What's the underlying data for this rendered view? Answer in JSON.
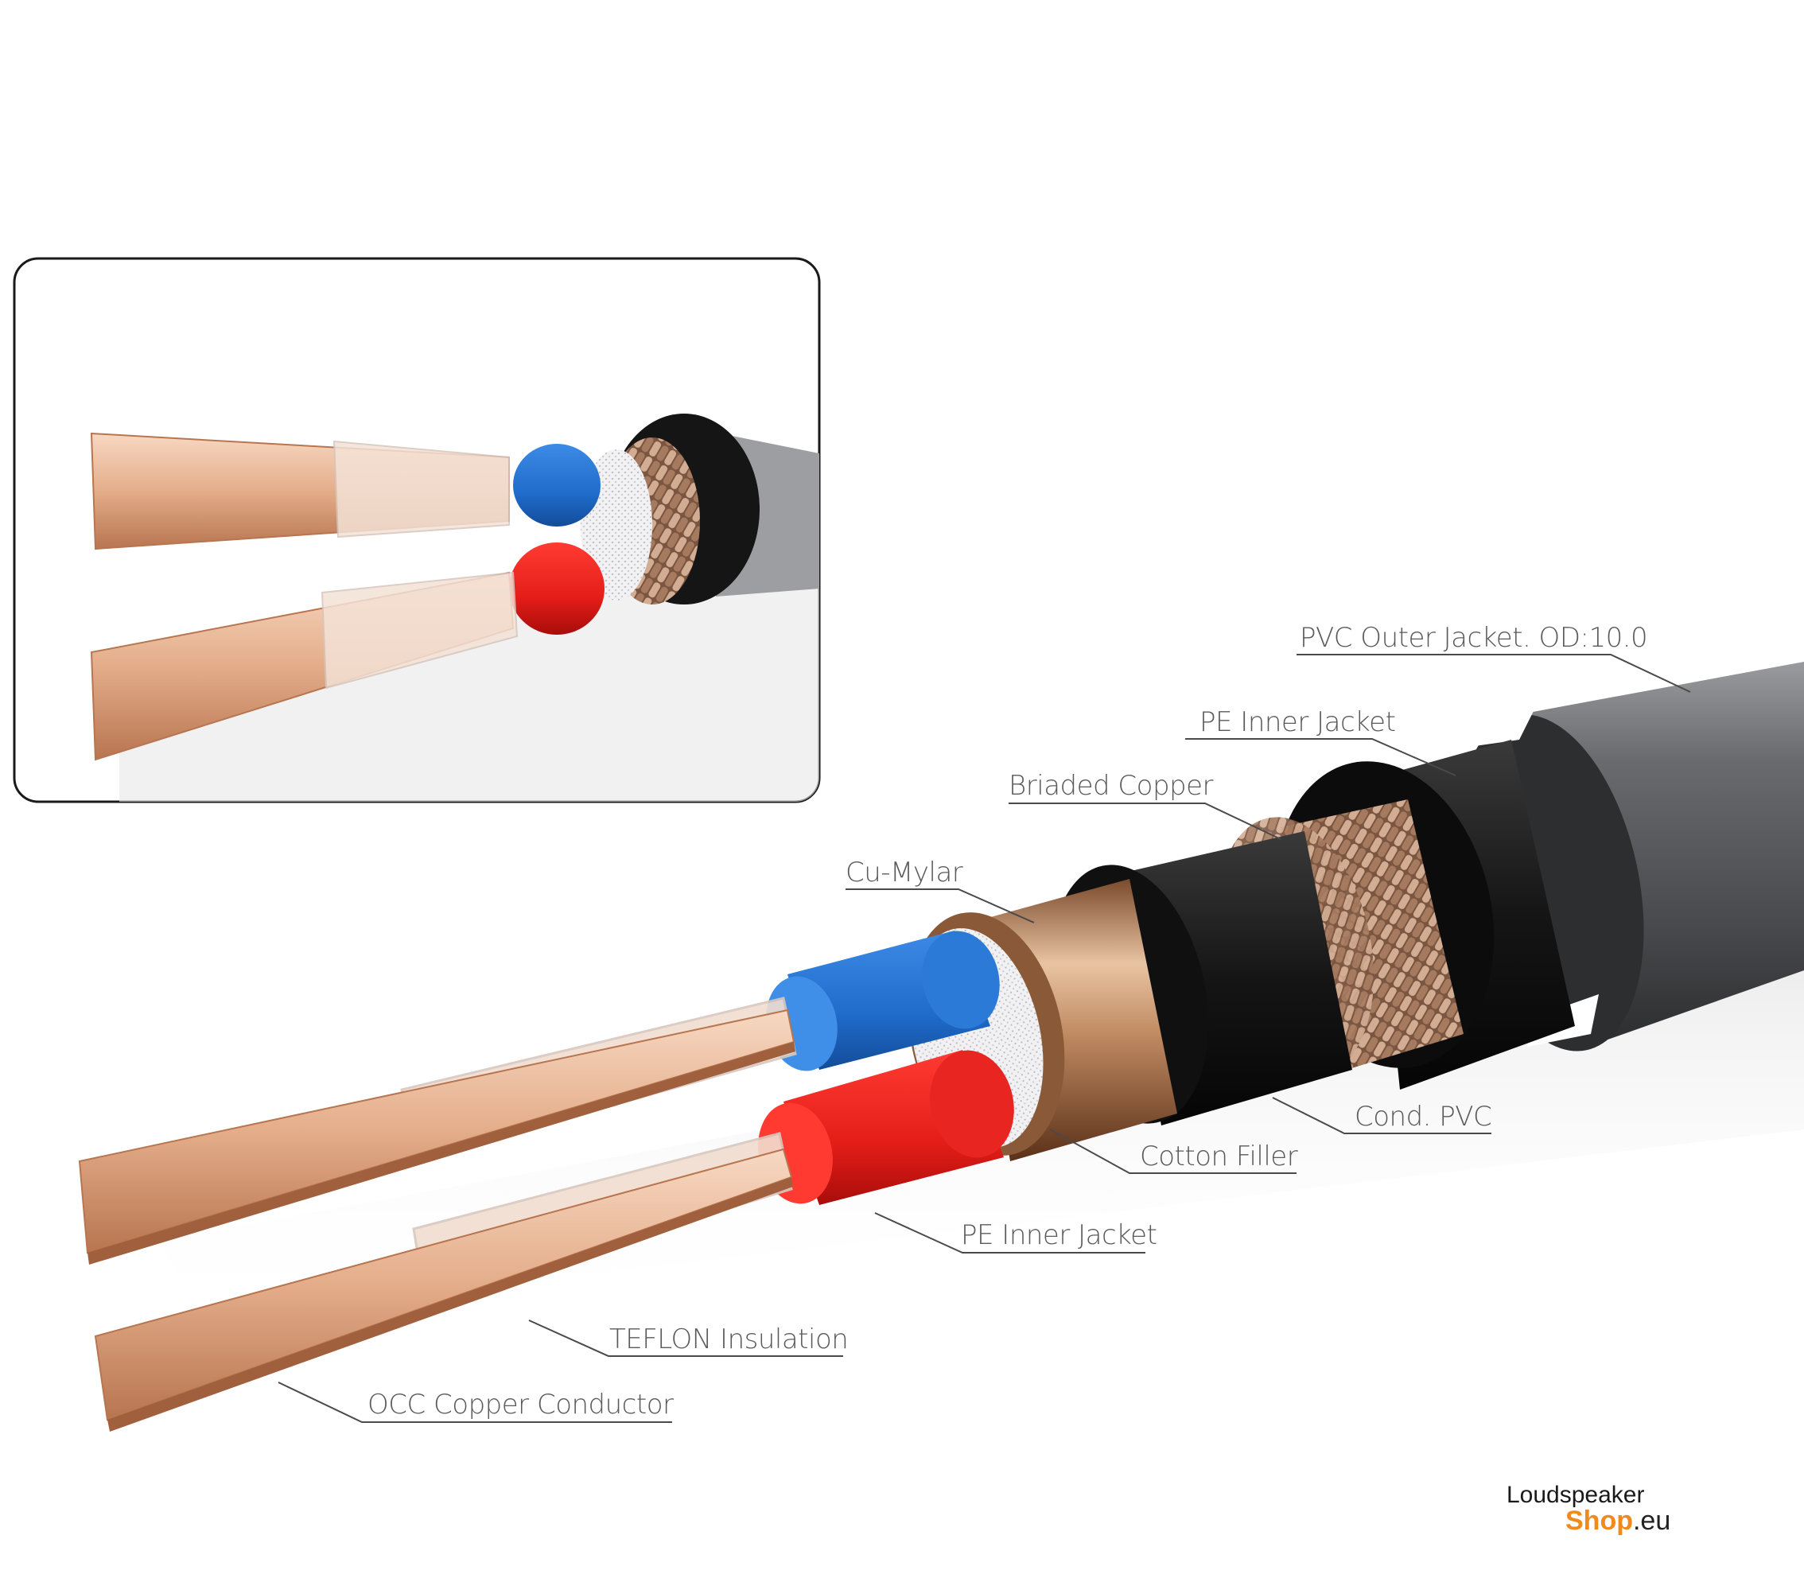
{
  "labels": {
    "outer_jacket": "PVC Outer Jacket. OD:10.0",
    "pe_inner_jacket_top": "PE Inner Jacket",
    "braided_copper": "Briaded Copper",
    "cu_mylar": "Cu-Mylar",
    "cond_pvc": "Cond. PVC",
    "cotton_filler": "Cotton Filler",
    "pe_inner_jacket_bottom": "PE Inner Jacket",
    "teflon": "TEFLON Insulation",
    "occ_conductor": "OCC Copper Conductor"
  },
  "brand": {
    "line1": "Loudspeaker",
    "shop": "Shop",
    "tld": ".eu"
  },
  "colors": {
    "copper": "#e0a985",
    "blue_jacket": "#1e6fd0",
    "red_jacket": "#e8201c",
    "black_pvc": "#1c1c1c",
    "grey_outer": "#5c5d60",
    "brand_orange": "#f08a1c"
  }
}
